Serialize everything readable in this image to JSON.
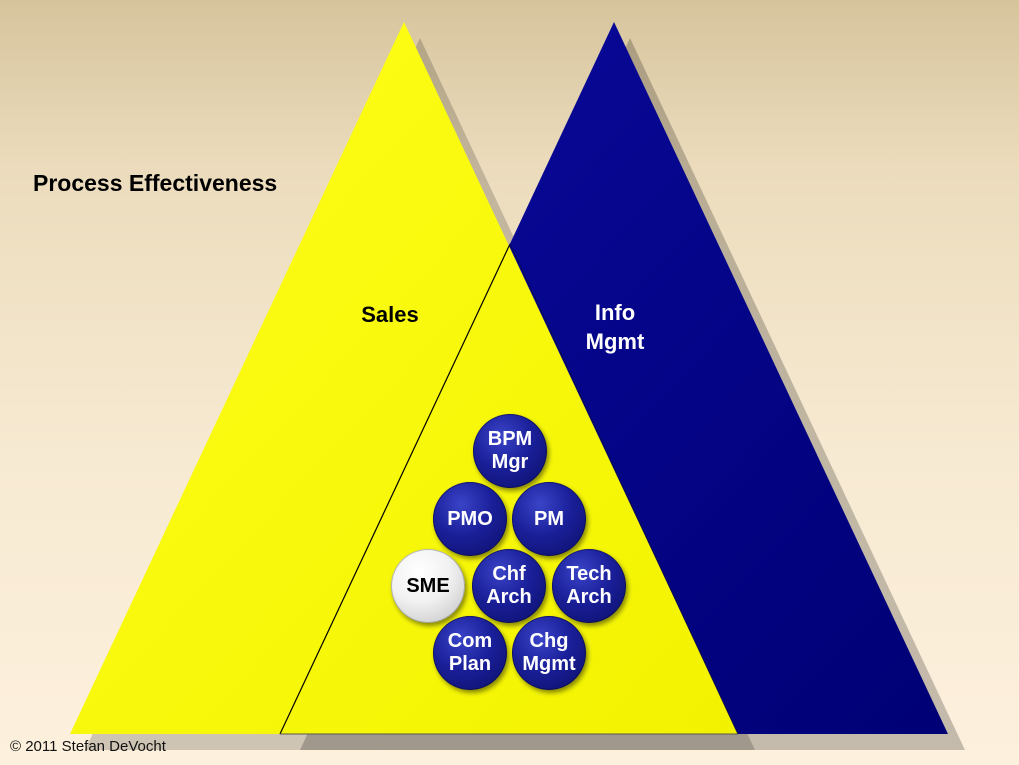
{
  "title": "Process Effectiveness",
  "copyright": "© 2011 Stefan DeVocht",
  "triangles": {
    "sales": {
      "label": "Sales",
      "color": "#ffff00"
    },
    "info_mgmt": {
      "label": "Info\nMgmt",
      "color": "#00008b"
    }
  },
  "roles": [
    {
      "id": "bpm-mgr",
      "label": "BPM\nMgr",
      "fill": "blue"
    },
    {
      "id": "pmo",
      "label": "PMO",
      "fill": "blue"
    },
    {
      "id": "pm",
      "label": "PM",
      "fill": "blue"
    },
    {
      "id": "sme",
      "label": "SME",
      "fill": "white"
    },
    {
      "id": "chf-arch",
      "label": "Chf\nArch",
      "fill": "blue"
    },
    {
      "id": "tech-arch",
      "label": "Tech\nArch",
      "fill": "blue"
    },
    {
      "id": "com-plan",
      "label": "Com\nPlan",
      "fill": "blue"
    },
    {
      "id": "chg-mgmt",
      "label": "Chg\nMgmt",
      "fill": "blue"
    }
  ]
}
